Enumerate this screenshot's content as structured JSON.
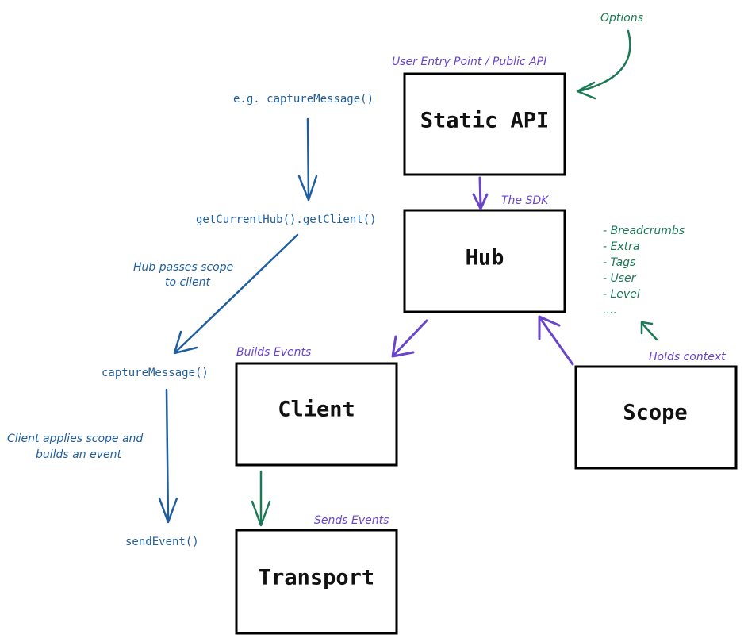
{
  "boxes": {
    "static_api": "Static API",
    "hub": "Hub",
    "client": "Client",
    "scope": "Scope",
    "transport": "Transport"
  },
  "annotations": {
    "options": "Options",
    "user_entry_point": "User Entry Point / Public API",
    "the_sdk": "The SDK",
    "builds_events": "Builds Events",
    "sends_events": "Sends Events",
    "holds_context": "Holds context"
  },
  "context_list": [
    "- Breadcrumbs",
    "- Extra",
    "- Tags",
    "- User",
    "- Level",
    "...."
  ],
  "flow": {
    "capture_message_example": "e.g. captureMessage()",
    "get_current_hub": "getCurrentHub().getClient()",
    "hub_passes_scope_line1": "Hub passes scope",
    "hub_passes_scope_line2": "to client",
    "capture_message": "captureMessage()",
    "client_applies_line1": "Client applies scope and",
    "client_applies_line2": "builds an event",
    "send_event": "sendEvent()"
  },
  "colors": {
    "purple": "#6a45c9",
    "green": "#1b7a55",
    "blue": "#1f5fa0",
    "box_border": "#000000"
  }
}
